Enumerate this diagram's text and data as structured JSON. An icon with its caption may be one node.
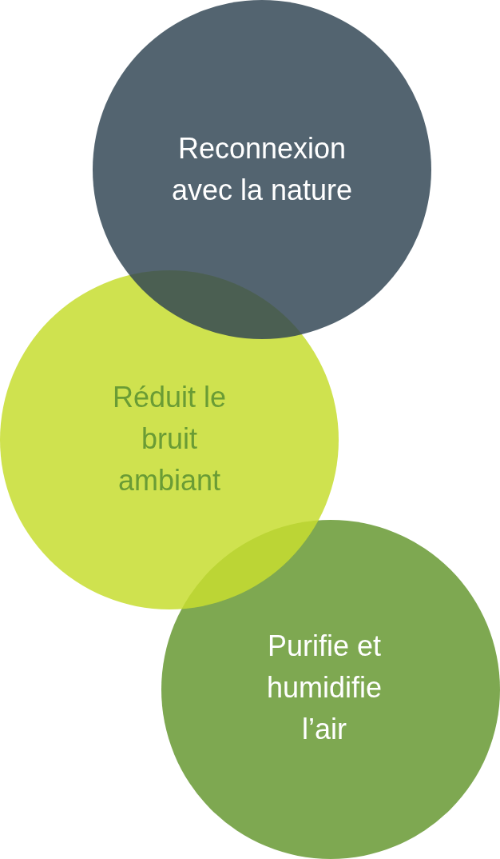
{
  "diagram": {
    "nodes": [
      {
        "text": [
          "Reconnexion avec la nature"
        ]
      },
      {
        "text": [
          "Réduit le bruit ambiant"
        ]
      },
      {
        "text": [
          "Purifie et humidifie l’air"
        ]
      }
    ]
  }
}
